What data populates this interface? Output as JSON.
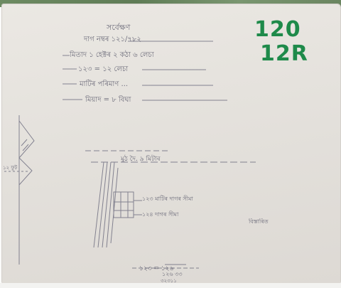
{
  "page": {
    "numbers": {
      "top": "120",
      "bottom": "12R"
    },
    "header": {
      "line1": "সৰ্বেক্ষণ",
      "line2": "দাগ নম্বৰ ১২১/৭৮২",
      "line3": "মিতাদ ১ হেক্টৰ ২ কঠা ৬ লেচা",
      "line4": "১২৩ = ১২ লেচা",
      "line5": "মাটিৰ পৰিমাণ ...",
      "line6": "মিয়াদ = ৮ বিঘা"
    },
    "sketch": {
      "left_mark": "১২ ফুট",
      "plot_label": "মুঠ দৈ. ৯ মিটাৰ",
      "label_a": "১২৩ মাটিৰ দাগৰ সীমা",
      "label_b": "১২৪ দাগৰ সীমা",
      "label_b2": "বিস্তাৰিত"
    },
    "footer": {
      "line1": "১২৩ = ১২৬",
      "line2": "১২৬ ৩৩",
      "line3": "৩২৩১১"
    }
  }
}
